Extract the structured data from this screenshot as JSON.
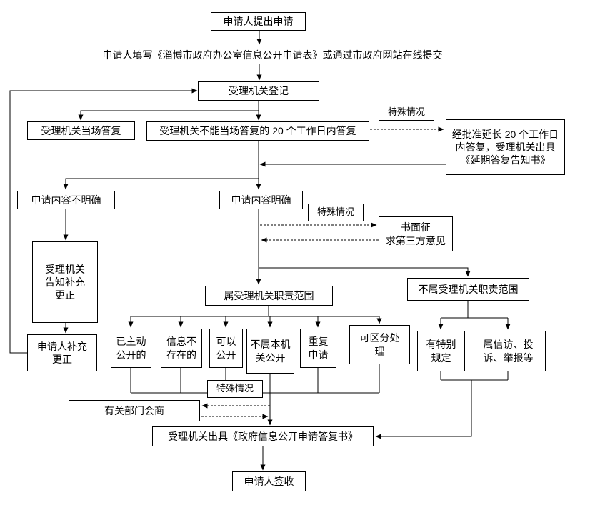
{
  "flowchart": {
    "nodes": {
      "submit": "申请人提出申请",
      "fill_form": "申请人填写《淄博市政府办公室信息公开申请表》或通过市政府网站在线提交",
      "register": "受理机关登记",
      "onspot_reply": "受理机关当场答复",
      "within_20_days": "受理机关不能当场答复的 20 个工作日内答复",
      "special_case_1": "特殊情况",
      "extension": "经批准延长 20 个工作日\n内答复，受理机关出具\n《延期答复告知书》",
      "content_unclear": "申请内容不明确",
      "content_clear": "申请内容明确",
      "special_case_2": "特殊情况",
      "third_party": "书面征\n求第三方意见",
      "notify_supplement": "受理机关\n告知补充\n更正",
      "in_scope": "属受理机关职责范围",
      "out_of_scope": "不属受理机关职责范围",
      "already_public": "已主动\n公开的",
      "info_not_exist": "信息不\n存在的",
      "can_disclose": "可以\n公开",
      "not_this_org": "不属本机\n关公开",
      "repeated_request": "重复\n申请",
      "separable": "可区分处\n理",
      "special_rules": "有特别\n规定",
      "petition": "属信访、投\n诉、举报等",
      "applicant_supplement": "申请人补充\n更正",
      "special_case_3": "特殊情况",
      "dept_consult": "有关部门会商",
      "issue_reply": "受理机关出具《政府信息公开申请答复书》",
      "sign_receipt": "申请人签收"
    },
    "line_colors": {
      "connector": "#000000"
    }
  }
}
